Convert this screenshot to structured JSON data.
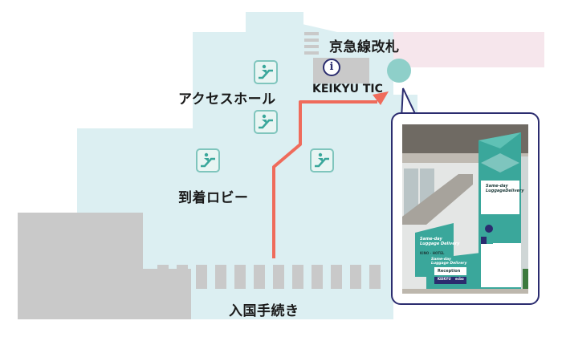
{
  "labels": {
    "gate": "京急線改札",
    "tic": "KEIKYU TIC",
    "access_hall": "アクセスホール",
    "arrival_lobby": "到着ロビー",
    "immigration": "入国手続き"
  },
  "info_glyph": "i",
  "photo": {
    "sign_top": "Same-day\nLuggageDelivery",
    "counter_sign": "Same-day\nLuggage Delivery",
    "desk_sign": "Same-day\nLuggage Delivery",
    "reception": "Reception",
    "brand": "ecbo",
    "partners": "KINO · HOTEL",
    "footer_a": "KEIKYU",
    "footer_b": "ecbo"
  },
  "colors": {
    "floor": "#dceff2",
    "floor_inner": "#cde8ec",
    "gray_area": "#c9c9c9",
    "pink_area": "#f6e6ec",
    "route": "#ef6b5b",
    "marker": "#8ecfc9",
    "frame": "#2b2c6f",
    "escalator_border": "#7fc5bd",
    "counter": "#3aa79b"
  },
  "icons": [
    "escalator-icon",
    "info-icon",
    "route-arrow",
    "destination-marker"
  ]
}
